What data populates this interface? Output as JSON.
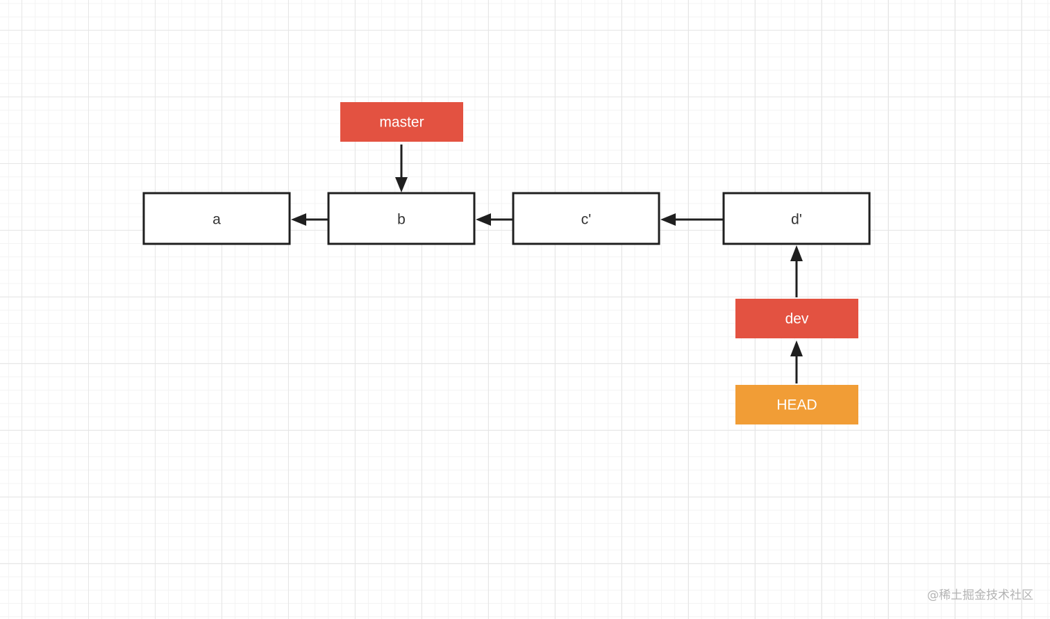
{
  "diagram": {
    "commits": [
      {
        "id": "a",
        "label": "a"
      },
      {
        "id": "b",
        "label": "b"
      },
      {
        "id": "c",
        "label": "c'"
      },
      {
        "id": "d",
        "label": "d'"
      }
    ],
    "refs": [
      {
        "id": "master",
        "label": "master",
        "color": "#e35241",
        "points_to": "b"
      },
      {
        "id": "dev",
        "label": "dev",
        "color": "#e35241",
        "points_to": "d"
      },
      {
        "id": "head",
        "label": "HEAD",
        "color": "#f19d36",
        "points_to": "dev"
      }
    ],
    "parent_links": [
      {
        "from": "b",
        "to": "a"
      },
      {
        "from": "c",
        "to": "b"
      },
      {
        "from": "d",
        "to": "c"
      }
    ]
  },
  "watermark": {
    "text": "@稀土掘金技术社区"
  }
}
